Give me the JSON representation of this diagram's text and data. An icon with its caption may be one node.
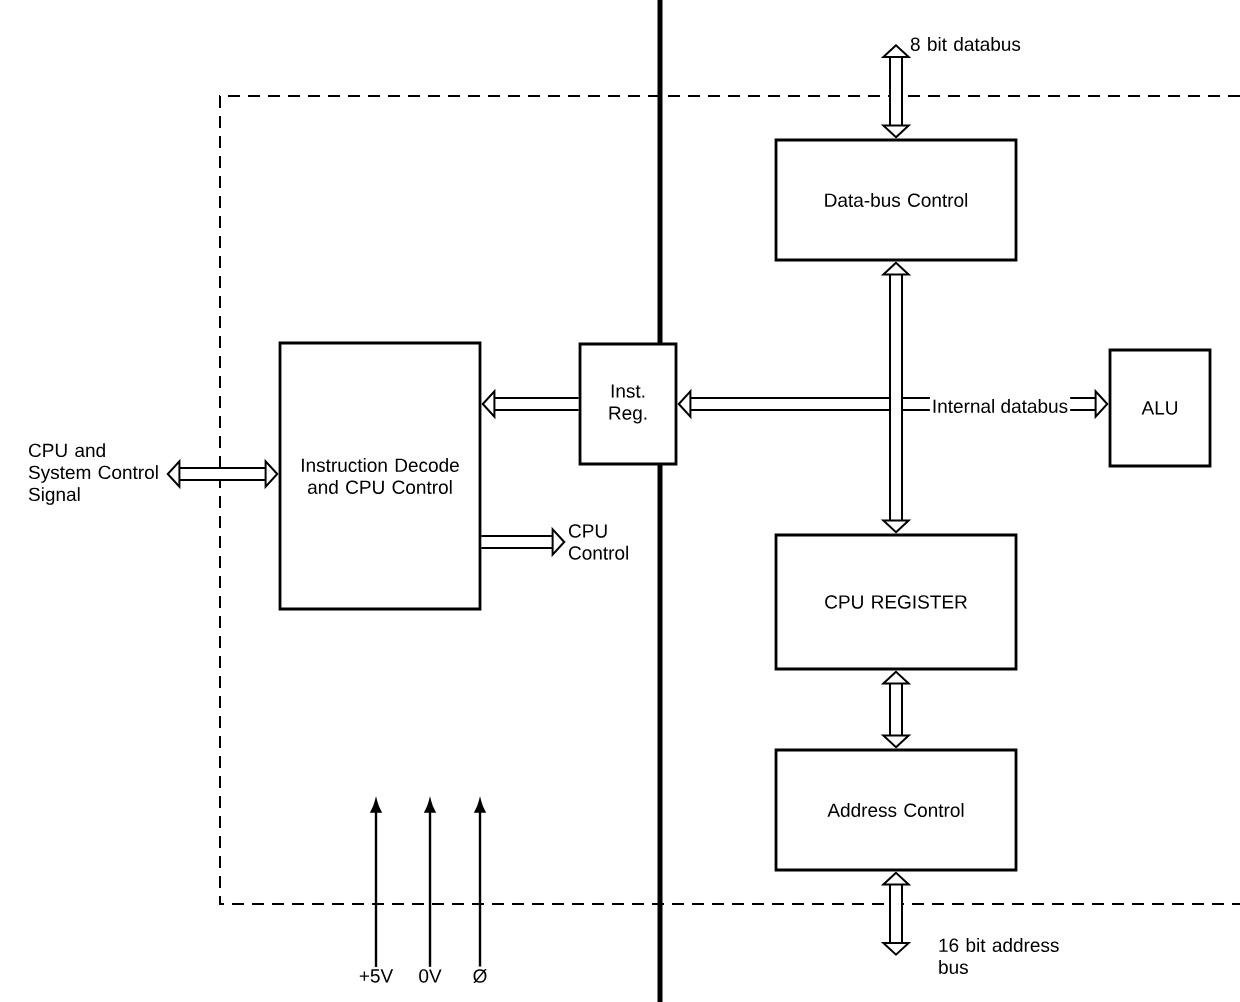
{
  "diagram": {
    "nodes": [
      {
        "text": [
          "Instruction Decode and CPU Control"
        ]
      },
      {
        "text": [
          "Inst. Reg."
        ]
      },
      {
        "text": [
          "Data-bus Control"
        ]
      },
      {
        "text": [
          "ALU"
        ]
      },
      {
        "text": [
          "CPU REGISTER"
        ]
      },
      {
        "text": [
          "Address Control"
        ]
      },
      {
        "text": [
          "CPU and System Control Signal"
        ]
      },
      {
        "text": [
          "CPU Control"
        ]
      },
      {
        "text": [
          "+5V"
        ]
      },
      {
        "text": [
          "0V"
        ]
      },
      {
        "text": [
          "Ø"
        ]
      }
    ],
    "edges": [
      {
        "from": 6,
        "to": 0,
        "arrow": "both"
      },
      {
        "from": 1,
        "to": 0,
        "arrow": "to"
      },
      {
        "from": 0,
        "to": 7,
        "arrow": "to"
      },
      {
        "from": 1,
        "to": 3,
        "arrow": "both",
        "label": "Internal databus"
      },
      {
        "from": 2,
        "to": 4,
        "arrow": "both"
      },
      {
        "from": 4,
        "to": 5,
        "arrow": "both"
      },
      {
        "from": 2,
        "to": null,
        "arrow": "both",
        "label": "8 bit databus"
      },
      {
        "from": 5,
        "to": null,
        "arrow": "both",
        "label": "16 bit address bus"
      },
      {
        "from": 8,
        "to": null,
        "arrow": "to"
      },
      {
        "from": 9,
        "to": null,
        "arrow": "to"
      },
      {
        "from": 10,
        "to": null,
        "arrow": "to"
      }
    ]
  }
}
